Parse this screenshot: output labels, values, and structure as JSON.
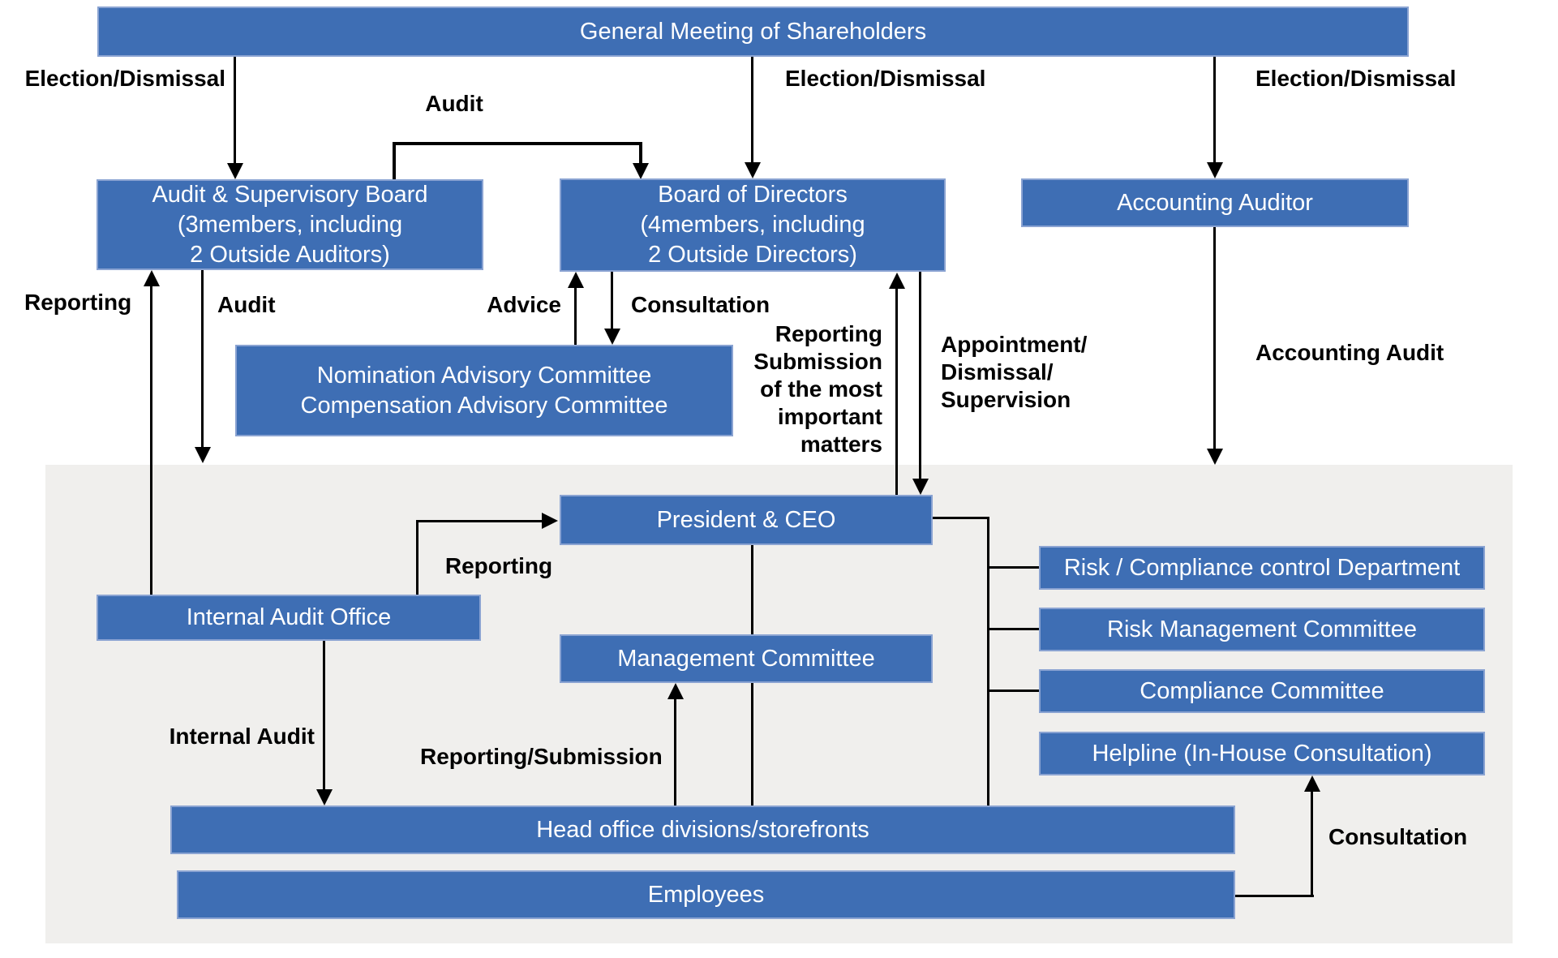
{
  "colors": {
    "box_blue": "#3e6eb4",
    "box_border": "#8aa3d2",
    "panel_gray": "#f0efed",
    "line_black": "#000000",
    "box_text": "#ffffff",
    "label_text": "#000000"
  },
  "nodes": {
    "general_meeting": {
      "label": "General Meeting of Shareholders"
    },
    "audit_supervisory_board": {
      "label": "Audit & Supervisory Board\n(3members, including\n2 Outside Auditors)"
    },
    "board_of_directors": {
      "label": "Board of Directors\n(4members, including\n2 Outside Directors)"
    },
    "accounting_auditor": {
      "label": "Accounting Auditor"
    },
    "advisory_committees": {
      "label": "Nomination Advisory Committee\nCompensation Advisory Committee"
    },
    "president_ceo": {
      "label": "President & CEO"
    },
    "internal_audit_office": {
      "label": "Internal Audit Office"
    },
    "management_committee": {
      "label": "Management Committee"
    },
    "risk_compliance_dept": {
      "label": "Risk / Compliance control Department"
    },
    "risk_management_committee": {
      "label": "Risk Management Committee"
    },
    "compliance_committee": {
      "label": "Compliance Committee"
    },
    "helpline": {
      "label": "Helpline (In-House Consultation)"
    },
    "head_office": {
      "label": "Head office divisions/storefronts"
    },
    "employees": {
      "label": "Employees"
    }
  },
  "edge_labels": {
    "election_dismissal_left": "Election/Dismissal",
    "election_dismissal_middle": "Election/Dismissal",
    "election_dismissal_right": "Election/Dismissal",
    "audit_top": "Audit",
    "audit_left": "Audit",
    "reporting_left": "Reporting",
    "advice": "Advice",
    "consultation_top": "Consultation",
    "reporting_submission_matters": "Reporting\nSubmission\nof the most\nimportant\nmatters",
    "appointment_dismissal_supervision": "Appointment/\nDismissal/\nSupervision",
    "accounting_audit": "Accounting Audit",
    "reporting_to_ceo": "Reporting",
    "internal_audit": "Internal Audit",
    "reporting_submission": "Reporting/Submission",
    "consultation_bottom": "Consultation"
  }
}
